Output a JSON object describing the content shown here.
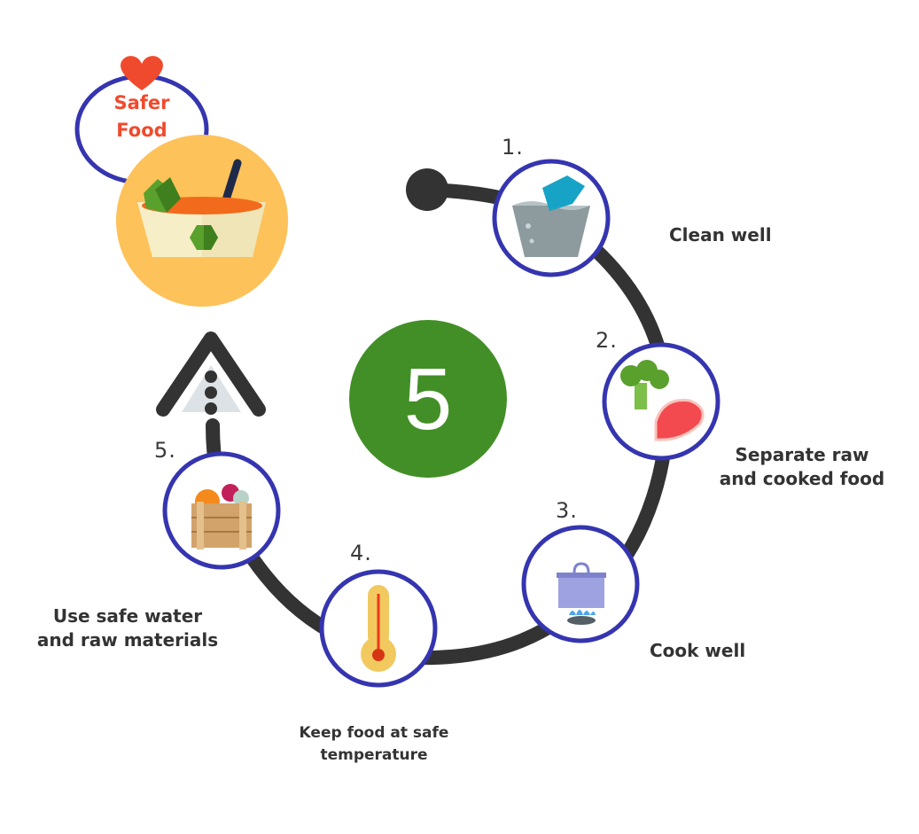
{
  "title": {
    "line1": "Safer",
    "line2": "Food",
    "heart_icon": "heart-icon",
    "soup_icon": "soup-bowl-icon"
  },
  "center_badge": {
    "value": "5"
  },
  "steps": [
    {
      "number": "1.",
      "label_lines": [
        "Clean well"
      ],
      "icon": "washing-hands-water-icon"
    },
    {
      "number": "2.",
      "label_lines": [
        "Separate raw",
        "and cooked food"
      ],
      "icon": "broccoli-meat-icon"
    },
    {
      "number": "3.",
      "label_lines": [
        "Cook well"
      ],
      "icon": "pot-on-stove-icon"
    },
    {
      "number": "4.",
      "label_lines": [
        "Keep food at safe",
        "temperature"
      ],
      "icon": "thermometer-icon"
    },
    {
      "number": "5.",
      "label_lines": [
        "Use safe water",
        "and raw materials"
      ],
      "icon": "vegetable-crate-icon"
    }
  ],
  "colors": {
    "ring": "#3535b0",
    "path": "#333333",
    "badge_green": "#428f27",
    "title_red": "#f04a2e",
    "bowl_bg": "#fdc25a"
  }
}
